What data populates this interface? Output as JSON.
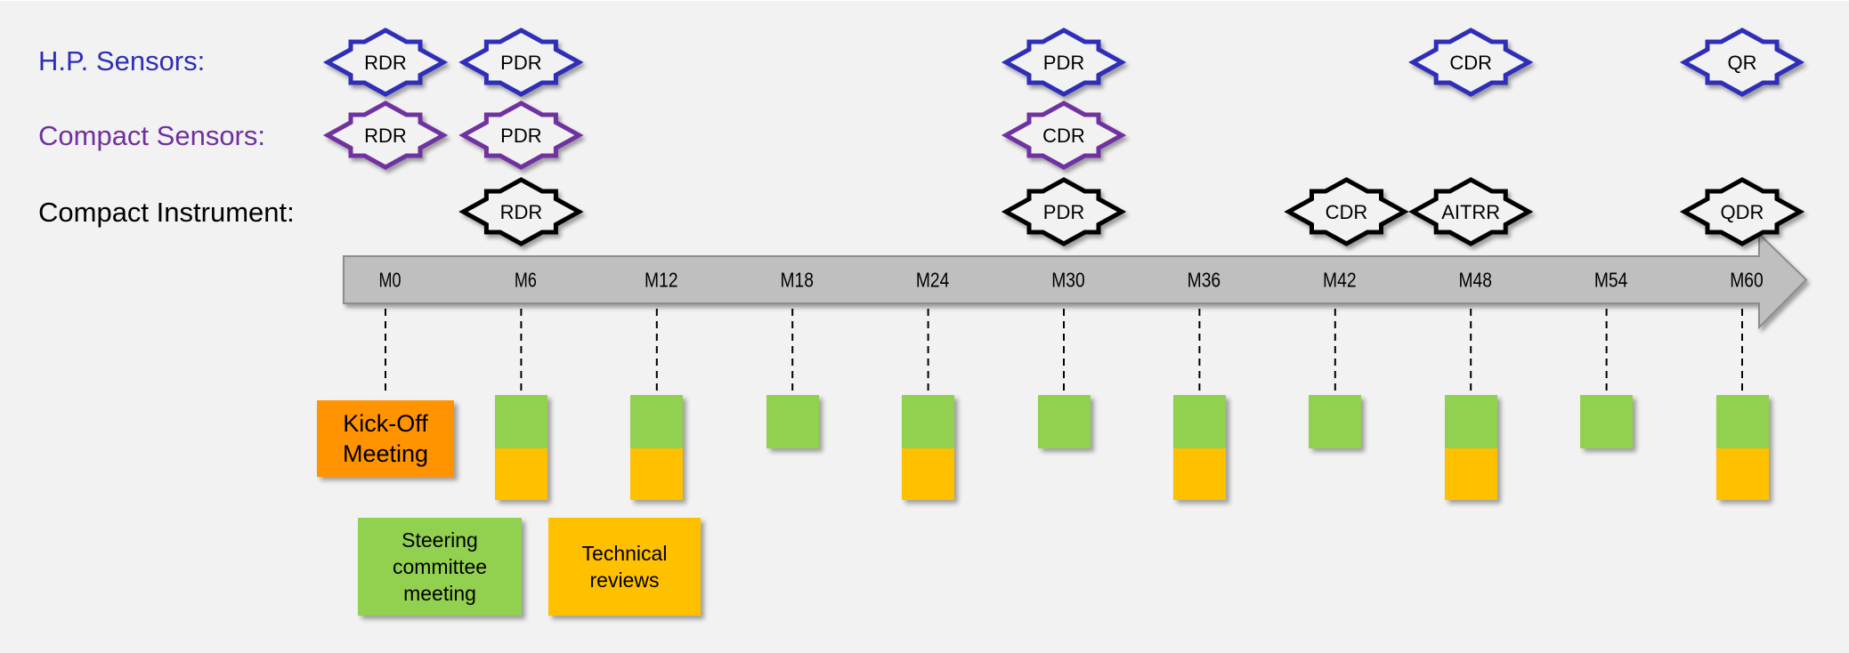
{
  "colors": {
    "background": "#f2f2f2",
    "hp_sensors": "#2e2eb8",
    "compact_sensors": "#7030a0",
    "compact_instrument": "#000000",
    "steering": "#92d050",
    "technical": "#ffc000",
    "kickoff": "#ff9300",
    "timeline_fill": "#bfbfbf",
    "timeline_stroke": "#8c8c8c"
  },
  "rows": [
    {
      "id": "hp",
      "label": "H.P. Sensors:",
      "color_key": "hp_sensors",
      "reviews": [
        {
          "label": "RDR",
          "month": 0
        },
        {
          "label": "PDR",
          "month": 6
        },
        {
          "label": "PDR",
          "month": 30
        },
        {
          "label": "CDR",
          "month": 48
        },
        {
          "label": "QR",
          "month": 60
        }
      ]
    },
    {
      "id": "cs",
      "label": "Compact Sensors:",
      "color_key": "compact_sensors",
      "reviews": [
        {
          "label": "RDR",
          "month": 0
        },
        {
          "label": "PDR",
          "month": 6
        },
        {
          "label": "CDR",
          "month": 30
        }
      ]
    },
    {
      "id": "ci",
      "label": "Compact Instrument:",
      "color_key": "compact_instrument",
      "reviews": [
        {
          "label": "RDR",
          "month": 6
        },
        {
          "label": "PDR",
          "month": 30
        },
        {
          "label": "CDR",
          "month": 42.5
        },
        {
          "label": "AITRR",
          "month": 48
        },
        {
          "label": "QDR",
          "month": 60
        }
      ]
    }
  ],
  "timeline": {
    "milestones": [
      "M0",
      "M6",
      "M12",
      "M18",
      "M24",
      "M30",
      "M36",
      "M42",
      "M48",
      "M54",
      "M60"
    ]
  },
  "meetings": [
    {
      "milestone": "M0",
      "type": "kickoff"
    },
    {
      "milestone": "M6",
      "steering": true,
      "technical": true
    },
    {
      "milestone": "M12",
      "steering": true,
      "technical": true
    },
    {
      "milestone": "M18",
      "steering": true,
      "technical": false
    },
    {
      "milestone": "M24",
      "steering": true,
      "technical": true
    },
    {
      "milestone": "M30",
      "steering": true,
      "technical": false
    },
    {
      "milestone": "M36",
      "steering": true,
      "technical": true
    },
    {
      "milestone": "M42",
      "steering": true,
      "technical": false
    },
    {
      "milestone": "M48",
      "steering": true,
      "technical": true
    },
    {
      "milestone": "M54",
      "steering": true,
      "technical": false
    },
    {
      "milestone": "M60",
      "steering": true,
      "technical": true
    }
  ],
  "kickoff": {
    "line1": "Kick-Off",
    "line2": "Meeting"
  },
  "legend": {
    "steering": {
      "line1": "Steering",
      "line2": "committee",
      "line3": "meeting"
    },
    "technical": {
      "line1": "Technical",
      "line2": "reviews"
    }
  }
}
